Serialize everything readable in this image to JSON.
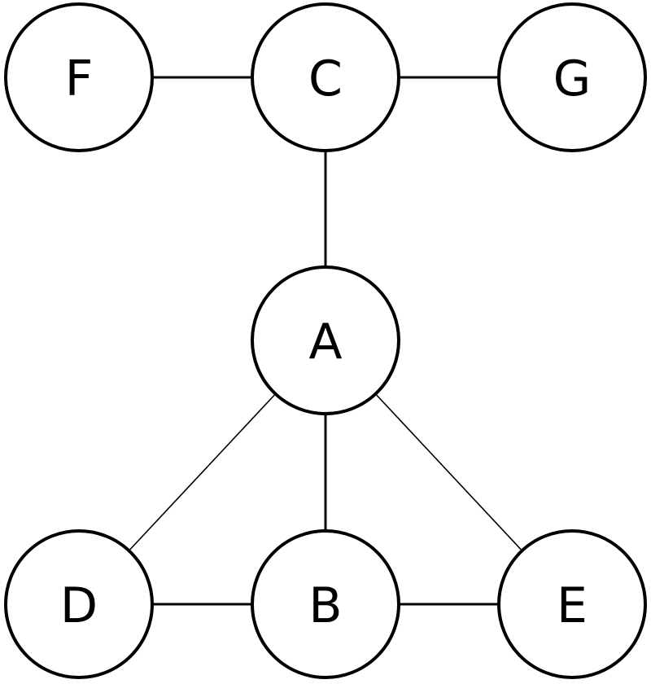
{
  "graph": {
    "nodes": [
      {
        "id": "F",
        "label": "F"
      },
      {
        "id": "C",
        "label": "C"
      },
      {
        "id": "G",
        "label": "G"
      },
      {
        "id": "A",
        "label": "A"
      },
      {
        "id": "D",
        "label": "D"
      },
      {
        "id": "B",
        "label": "B"
      },
      {
        "id": "E",
        "label": "E"
      }
    ],
    "edges": [
      {
        "from": "F",
        "to": "C"
      },
      {
        "from": "C",
        "to": "G"
      },
      {
        "from": "C",
        "to": "A"
      },
      {
        "from": "A",
        "to": "D"
      },
      {
        "from": "A",
        "to": "B"
      },
      {
        "from": "A",
        "to": "E"
      },
      {
        "from": "D",
        "to": "B"
      },
      {
        "from": "B",
        "to": "E"
      }
    ]
  }
}
